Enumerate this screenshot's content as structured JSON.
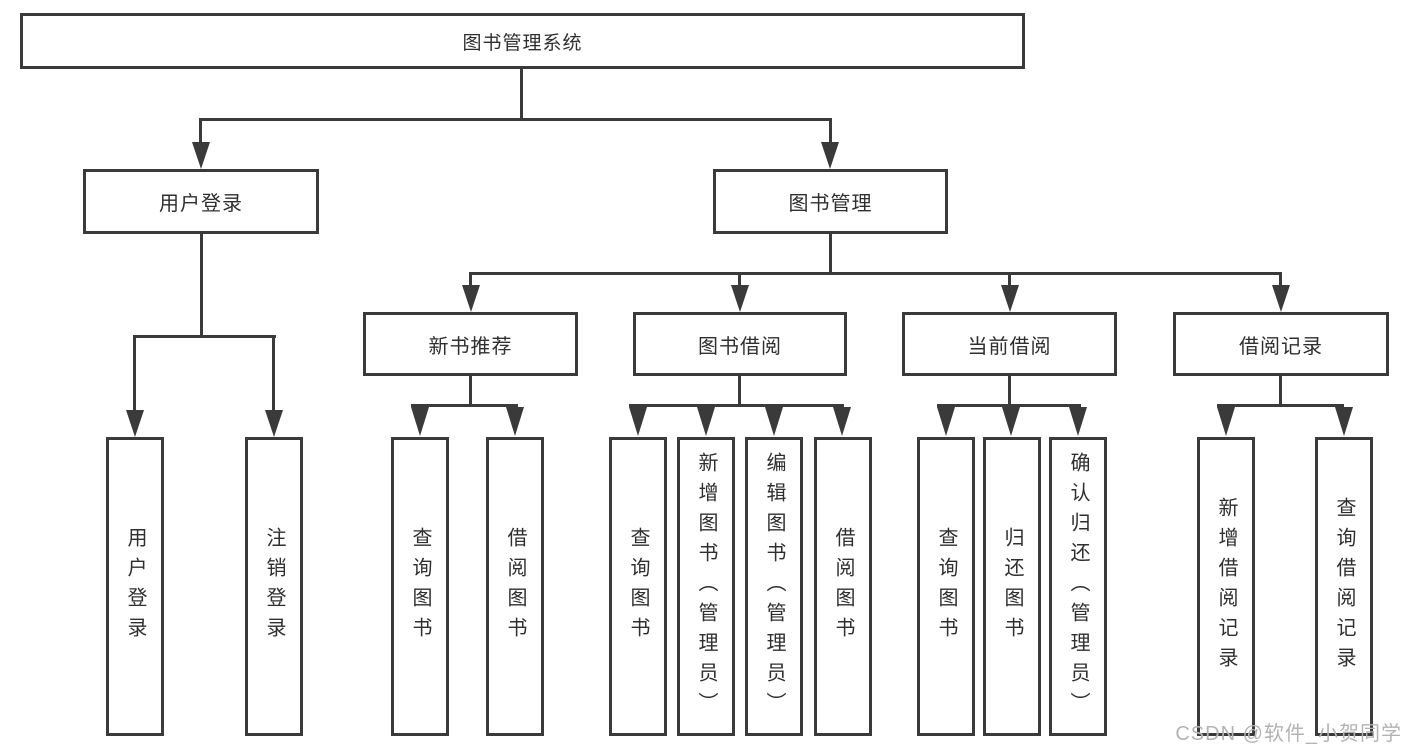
{
  "tree": {
    "root": "图书管理系统",
    "level1": [
      {
        "label": "用户登录",
        "leaves": [
          "用户登录",
          "注销登录"
        ]
      },
      {
        "label": "图书管理",
        "children": [
          {
            "label": "新书推荐",
            "leaves": [
              "查询图书",
              "借阅图书"
            ]
          },
          {
            "label": "图书借阅",
            "leaves": [
              "查询图书",
              "新增图书（管理员）",
              "编辑图书（管理员）",
              "借阅图书"
            ]
          },
          {
            "label": "当前借阅",
            "leaves": [
              "查询图书",
              "归还图书",
              "确认归还（管理员）"
            ]
          },
          {
            "label": "借阅记录",
            "leaves": [
              "新增借阅记录",
              "查询借阅记录"
            ]
          }
        ]
      }
    ]
  },
  "watermark": {
    "text": "CSDN @软件_小贺同学"
  },
  "colors": {
    "line": "#3a3a3a",
    "text": "#2f2f2f",
    "watermark": "#b3b3b3",
    "background": "#ffffff"
  }
}
